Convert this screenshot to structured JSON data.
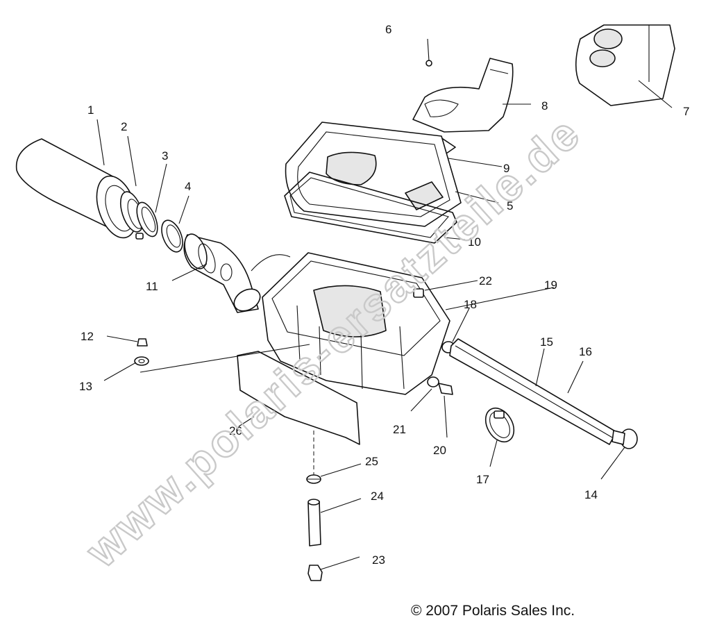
{
  "watermark": "www.polaris-ersatzteile.de",
  "copyright": "© 2007 Polaris Sales Inc.",
  "callouts": [
    "1",
    "2",
    "3",
    "4",
    "5",
    "6",
    "7",
    "8",
    "9",
    "10",
    "11",
    "12",
    "13",
    "14",
    "15",
    "16",
    "17",
    "18",
    "19",
    "20",
    "21",
    "22",
    "23",
    "24",
    "25",
    "26"
  ]
}
